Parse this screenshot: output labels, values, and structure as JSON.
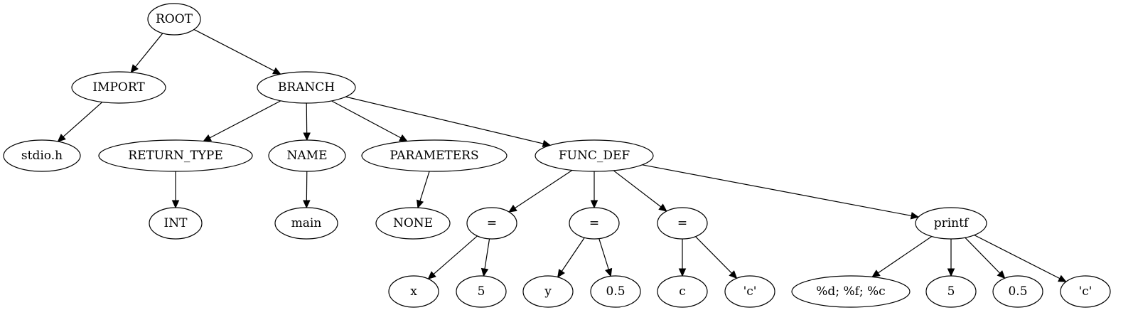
{
  "tree": {
    "nodes": [
      {
        "id": "root",
        "label": "ROOT"
      },
      {
        "id": "import",
        "label": "IMPORT"
      },
      {
        "id": "branch",
        "label": "BRANCH"
      },
      {
        "id": "stdio",
        "label": "stdio.h"
      },
      {
        "id": "return_type",
        "label": "RETURN_TYPE"
      },
      {
        "id": "name",
        "label": "NAME"
      },
      {
        "id": "parameters",
        "label": "PARAMETERS"
      },
      {
        "id": "func_def",
        "label": "FUNC_DEF"
      },
      {
        "id": "int",
        "label": "INT"
      },
      {
        "id": "main",
        "label": "main"
      },
      {
        "id": "none",
        "label": "NONE"
      },
      {
        "id": "assign1",
        "label": "="
      },
      {
        "id": "assign2",
        "label": "="
      },
      {
        "id": "assign3",
        "label": "="
      },
      {
        "id": "printf",
        "label": "printf"
      },
      {
        "id": "x",
        "label": "x"
      },
      {
        "id": "five1",
        "label": "5"
      },
      {
        "id": "y",
        "label": "y"
      },
      {
        "id": "half1",
        "label": "0.5"
      },
      {
        "id": "c",
        "label": "c"
      },
      {
        "id": "charc1",
        "label": "'c'"
      },
      {
        "id": "fmt",
        "label": "%d; %f; %c"
      },
      {
        "id": "five2",
        "label": "5"
      },
      {
        "id": "half2",
        "label": "0.5"
      },
      {
        "id": "charc2",
        "label": "'c'"
      }
    ],
    "edges": [
      [
        "root",
        "import"
      ],
      [
        "root",
        "branch"
      ],
      [
        "import",
        "stdio"
      ],
      [
        "branch",
        "return_type"
      ],
      [
        "branch",
        "name"
      ],
      [
        "branch",
        "parameters"
      ],
      [
        "branch",
        "func_def"
      ],
      [
        "return_type",
        "int"
      ],
      [
        "name",
        "main"
      ],
      [
        "parameters",
        "none"
      ],
      [
        "func_def",
        "assign1"
      ],
      [
        "func_def",
        "assign2"
      ],
      [
        "func_def",
        "assign3"
      ],
      [
        "func_def",
        "printf"
      ],
      [
        "assign1",
        "x"
      ],
      [
        "assign1",
        "five1"
      ],
      [
        "assign2",
        "y"
      ],
      [
        "assign2",
        "half1"
      ],
      [
        "assign3",
        "c"
      ],
      [
        "assign3",
        "charc1"
      ],
      [
        "printf",
        "fmt"
      ],
      [
        "printf",
        "five2"
      ],
      [
        "printf",
        "half2"
      ],
      [
        "printf",
        "charc2"
      ]
    ]
  }
}
